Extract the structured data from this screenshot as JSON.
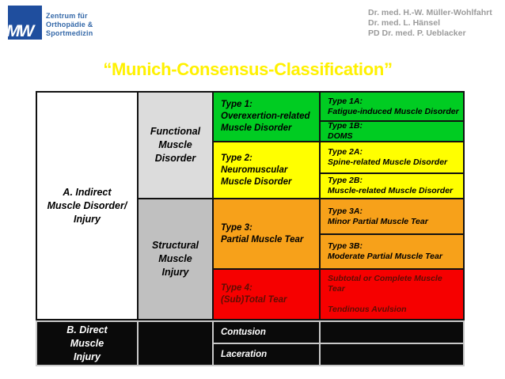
{
  "header": {
    "logo": {
      "initials": "MW",
      "org_line1": "Zentrum für",
      "org_line2": "Orthopädie &",
      "org_line3": "Sportmedizin"
    },
    "doctors": [
      "Dr. med. H.-W. Müller-Wohlfahrt",
      "Dr. med. L. Hänsel",
      "PD Dr. med. P. Ueblacker"
    ]
  },
  "title": "“Munich-Consensus-Classification”",
  "classification": {
    "indirect_label": "A. Indirect\nMuscle Disorder/\nInjury",
    "functional_label": "Functional\nMuscle\nDisorder",
    "structural_label": "Structural\nMuscle\nInjury",
    "type1": "Type 1:\nOverexertion-related\nMuscle Disorder",
    "type1a": "Type 1A:\nFatigue-induced Muscle Disorder",
    "type1b": "Type 1B:\nDOMS",
    "type2": "Type 2:\nNeuromuscular\nMuscle Disorder",
    "type2a": "Type 2A:\nSpine-related Muscle Disorder",
    "type2b": "Type 2B:\nMuscle-related Muscle Disorder",
    "type3": "Type 3:\nPartial Muscle Tear",
    "type3a": "Type 3A:\nMinor Partial Muscle Tear",
    "type3b": "Type 3B:\nModerate Partial Muscle Tear",
    "type4": "Type 4:\n(Sub)Total Tear",
    "type4_detail_1": "Subtotal or Complete Muscle Tear",
    "type4_detail_2": "Tendinous Avulsion",
    "direct_label": "B. Direct\nMuscle\nInjury",
    "contusion": "Contusion",
    "laceration": "Laceration"
  },
  "colors": {
    "logo_blue": "#1f4e9e",
    "logo_text_blue": "#3468a8",
    "doctors_gray": "#9b9b9b",
    "title_yellow": "#fff100",
    "green": "#00cc22",
    "yellow": "#ffff00",
    "orange": "#f7a11a",
    "red": "#f60000",
    "functional_gray": "#dcdcdc",
    "structural_gray": "#c0c0c0",
    "black_cell": "#0a0a0a"
  }
}
